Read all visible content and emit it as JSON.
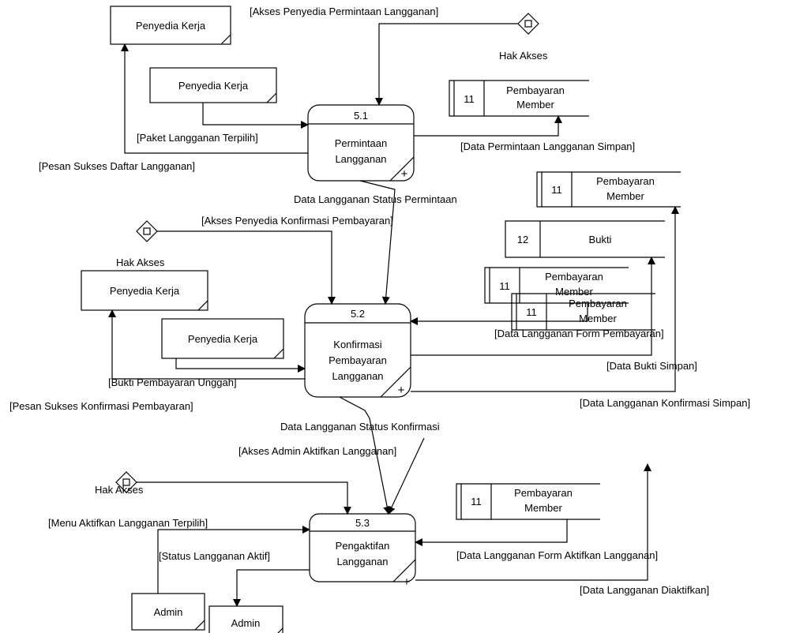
{
  "processes": {
    "p1": {
      "number": "5.1",
      "name_line1": "Permintaan",
      "name_line2": "Langganan"
    },
    "p2": {
      "number": "5.2",
      "name_line1": "Konfirmasi",
      "name_line2": "Pembayaran",
      "name_line3": "Langganan"
    },
    "p3": {
      "number": "5.3",
      "name_line1": "Pengaktifan",
      "name_line2": "Langganan"
    }
  },
  "entities": {
    "penyedia_kerja": "Penyedia Kerja",
    "admin": "Admin"
  },
  "stores": {
    "pembayaran_member": {
      "id": "11",
      "line1": "Pembayaran",
      "line2": "Member"
    },
    "bukti": {
      "id": "12",
      "name": "Bukti"
    }
  },
  "access": {
    "hak_akses": "Hak Akses"
  },
  "flows": {
    "akses_penyedia_permintaan": "[Akses Penyedia Permintaan Langganan]",
    "paket_langganan_terpilih": "[Paket Langganan Terpilih]",
    "pesan_sukses_daftar": "[Pesan Sukses Daftar Langganan]",
    "data_permintaan_simpan": "[Data Permintaan Langganan Simpan]",
    "data_langganan_status_permintaan": "Data Langganan Status Permintaan",
    "akses_penyedia_konfirmasi": "[Akses Penyedia Konfirmasi Pembayaran]",
    "data_langganan_form_pembayaran": "[Data Langganan Form Pembayaran]",
    "data_bukti_simpan": "[Data Bukti Simpan]",
    "bukti_pembayaran_unggah": "[Bukti Pembayaran Unggah]",
    "pesan_sukses_konfirmasi": "[Pesan Sukses Konfirmasi Pembayaran]",
    "data_langganan_konfirmasi_simpan": "[Data Langganan Konfirmasi Simpan]",
    "data_langganan_status_konfirmasi": "Data Langganan Status Konfirmasi",
    "akses_admin_aktifkan": "[Akses Admin Aktifkan Langganan]",
    "menu_aktifkan_terpilih": "[Menu Aktifkan Langganan Terpilih]",
    "status_langganan_aktif": "[Status Langganan Aktif]",
    "data_langganan_form_aktifkan": "[Data Langganan Form Aktifkan Langganan]",
    "data_langganan_diaktifkan": "[Data Langganan Diaktifkan]"
  }
}
